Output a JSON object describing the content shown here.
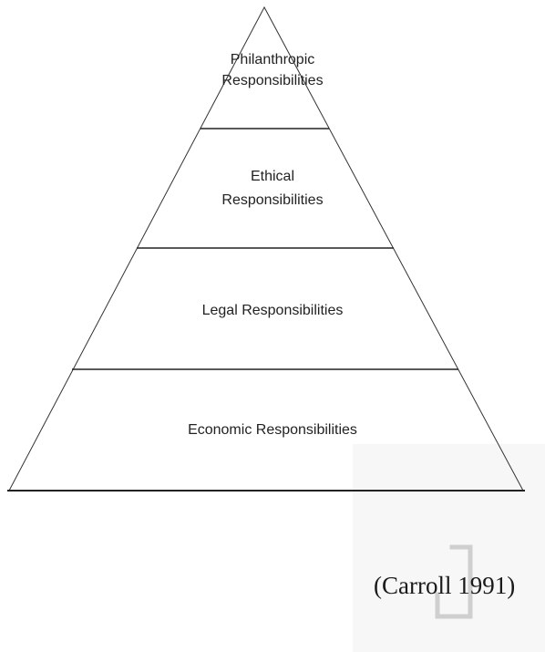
{
  "pyramid": {
    "levels": [
      {
        "lines": [
          "Philanthropic",
          "Responsibilities"
        ]
      },
      {
        "lines": [
          "Ethical",
          "Responsibilities"
        ]
      },
      {
        "lines": [
          "Legal Responsibilities"
        ]
      },
      {
        "lines": [
          "Economic Responsibilities"
        ]
      }
    ]
  },
  "citation": "(Carroll 1991)",
  "watermark": {
    "glyph": "J",
    "icon": "j-watermark-icon"
  }
}
